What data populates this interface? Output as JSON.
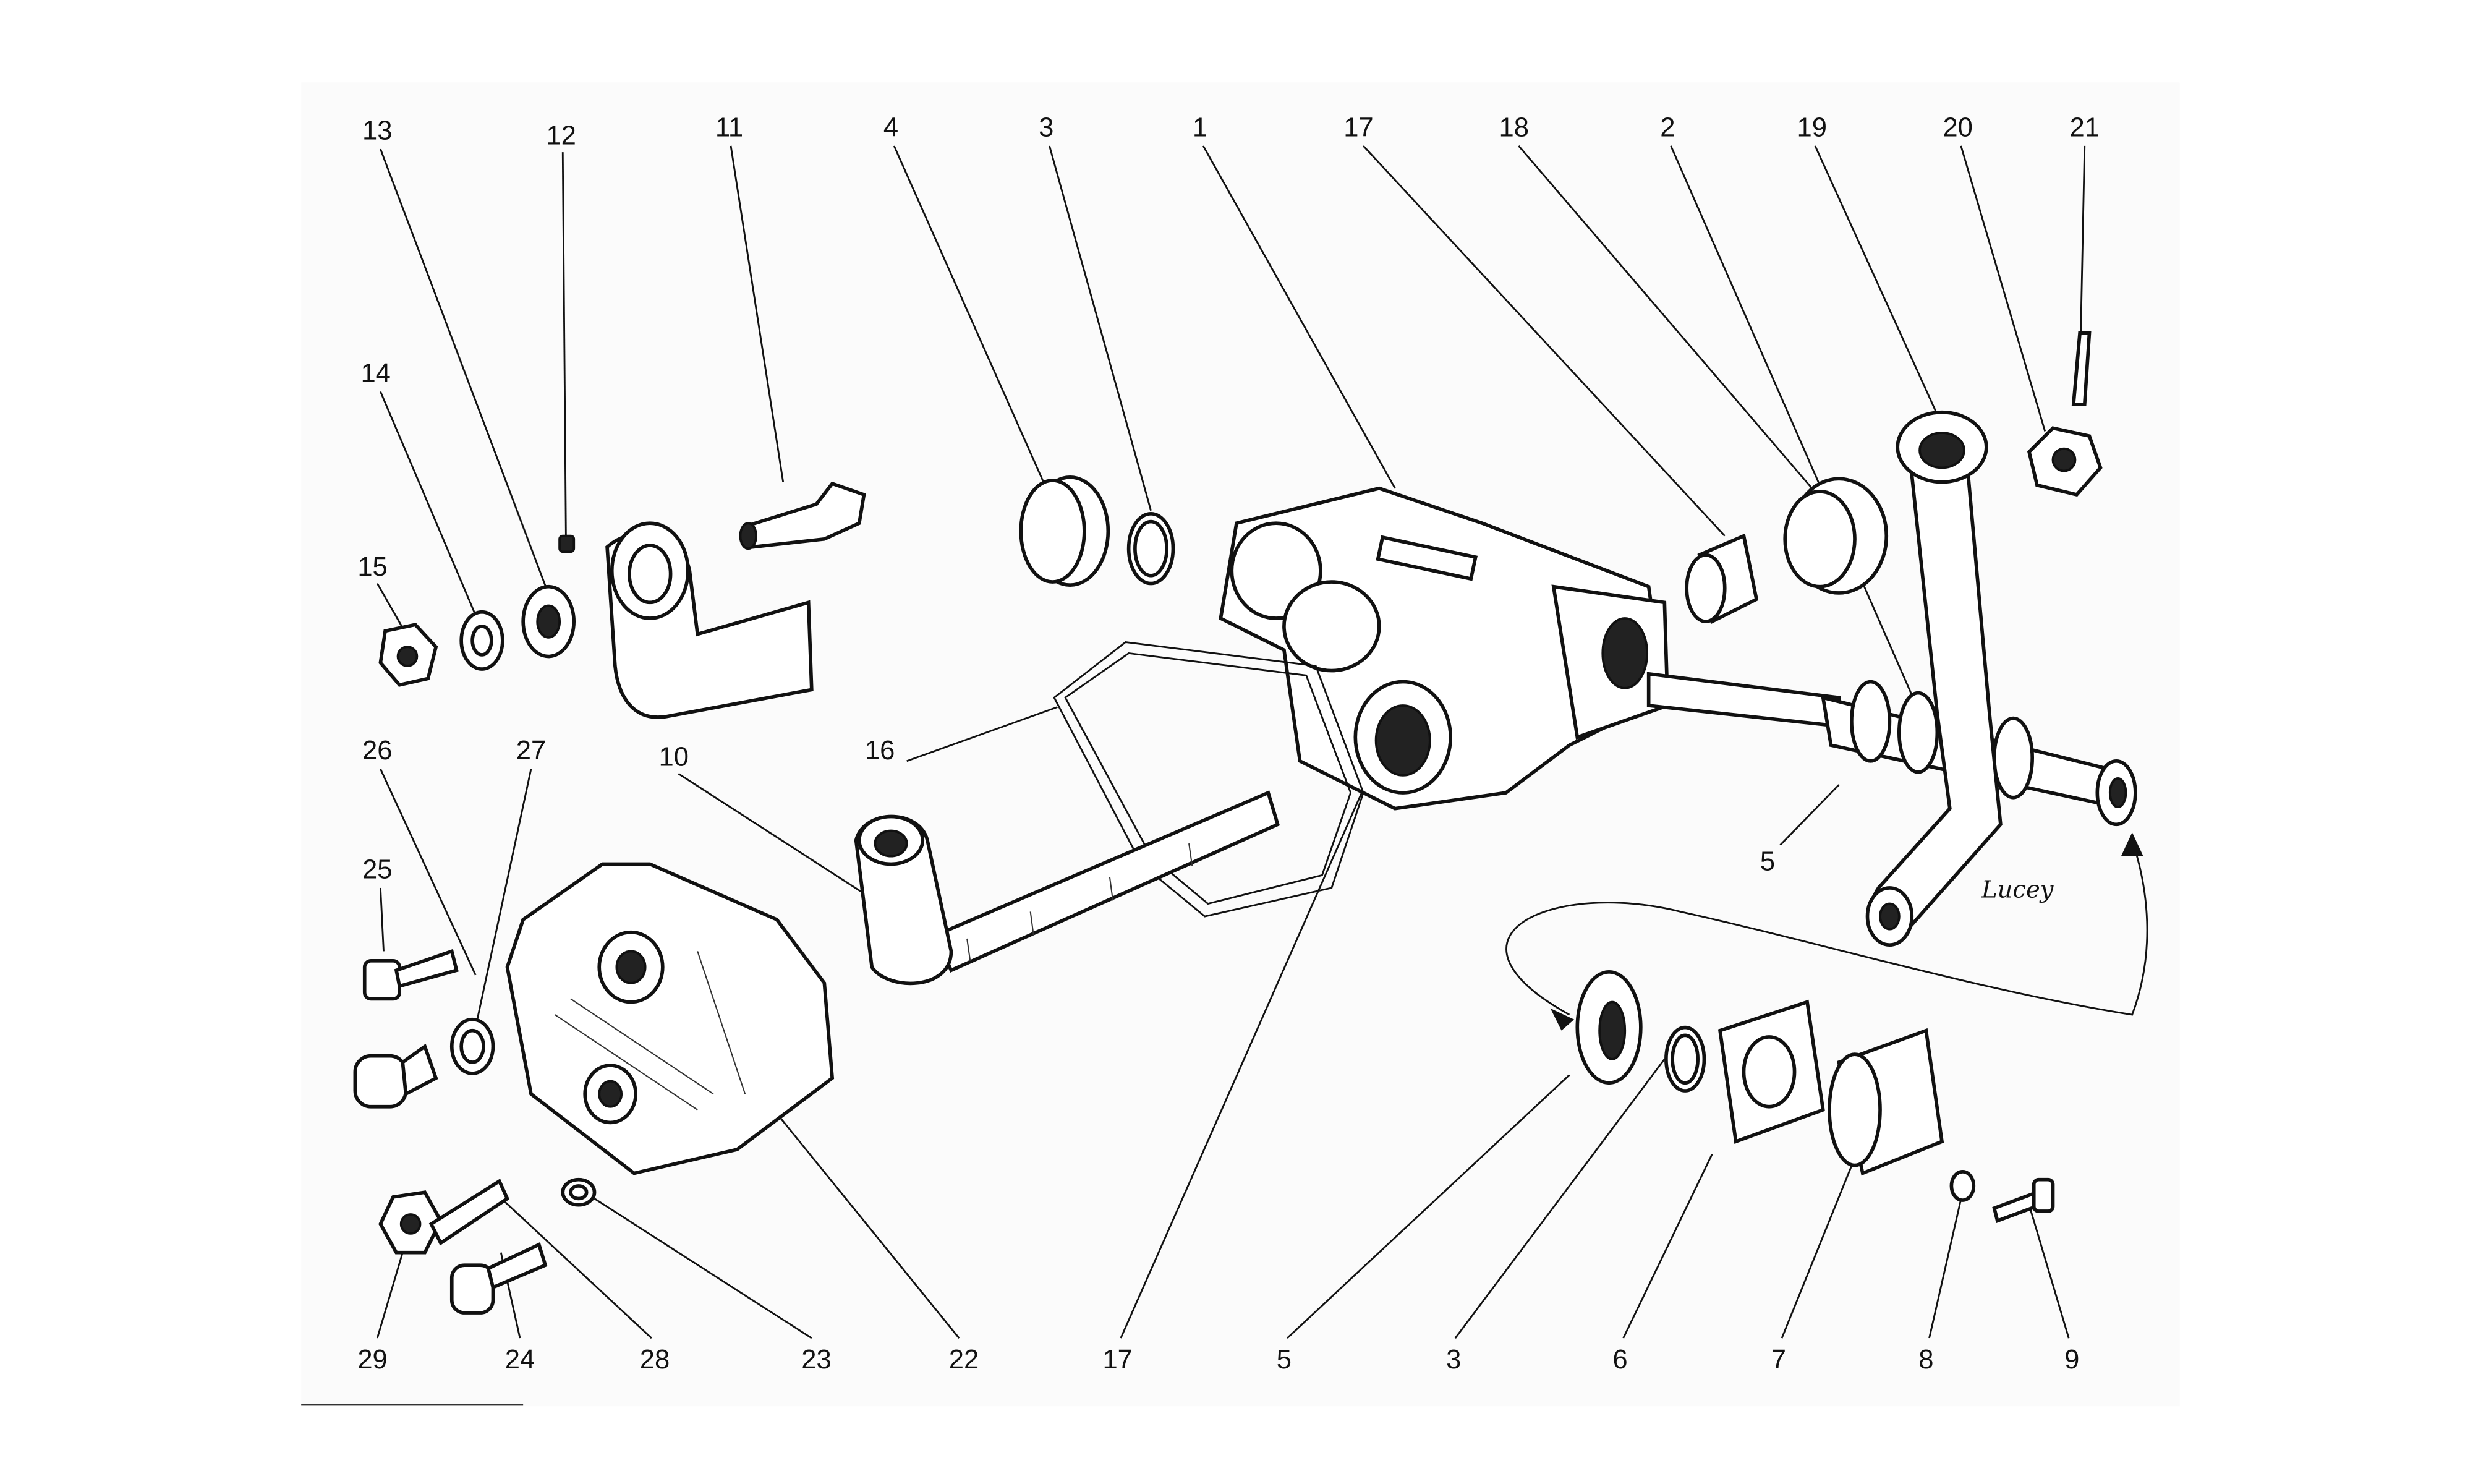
{
  "diagram": {
    "title": "Steering box exploded view",
    "signature": "Lucey",
    "colors": {
      "ink": "#111111",
      "paper": "#ffffff",
      "frame": "#fbfbfb"
    },
    "callouts": {
      "c13": "13",
      "c12": "12",
      "c11": "11",
      "c4": "4",
      "c3a": "3",
      "c1": "1",
      "c17a": "17",
      "c18": "18",
      "c2": "2",
      "c19": "19",
      "c20": "20",
      "c21": "21",
      "c14": "14",
      "c15": "15",
      "c26": "26",
      "c27": "27",
      "c10": "10",
      "c16": "16",
      "c25": "25",
      "c5a": "5",
      "c29": "29",
      "c24": "24",
      "c28": "28",
      "c23": "23",
      "c22": "22",
      "c17b": "17",
      "c5b": "5",
      "c3b": "3",
      "c6": "6",
      "c7": "7",
      "c8": "8",
      "c9": "9"
    }
  }
}
